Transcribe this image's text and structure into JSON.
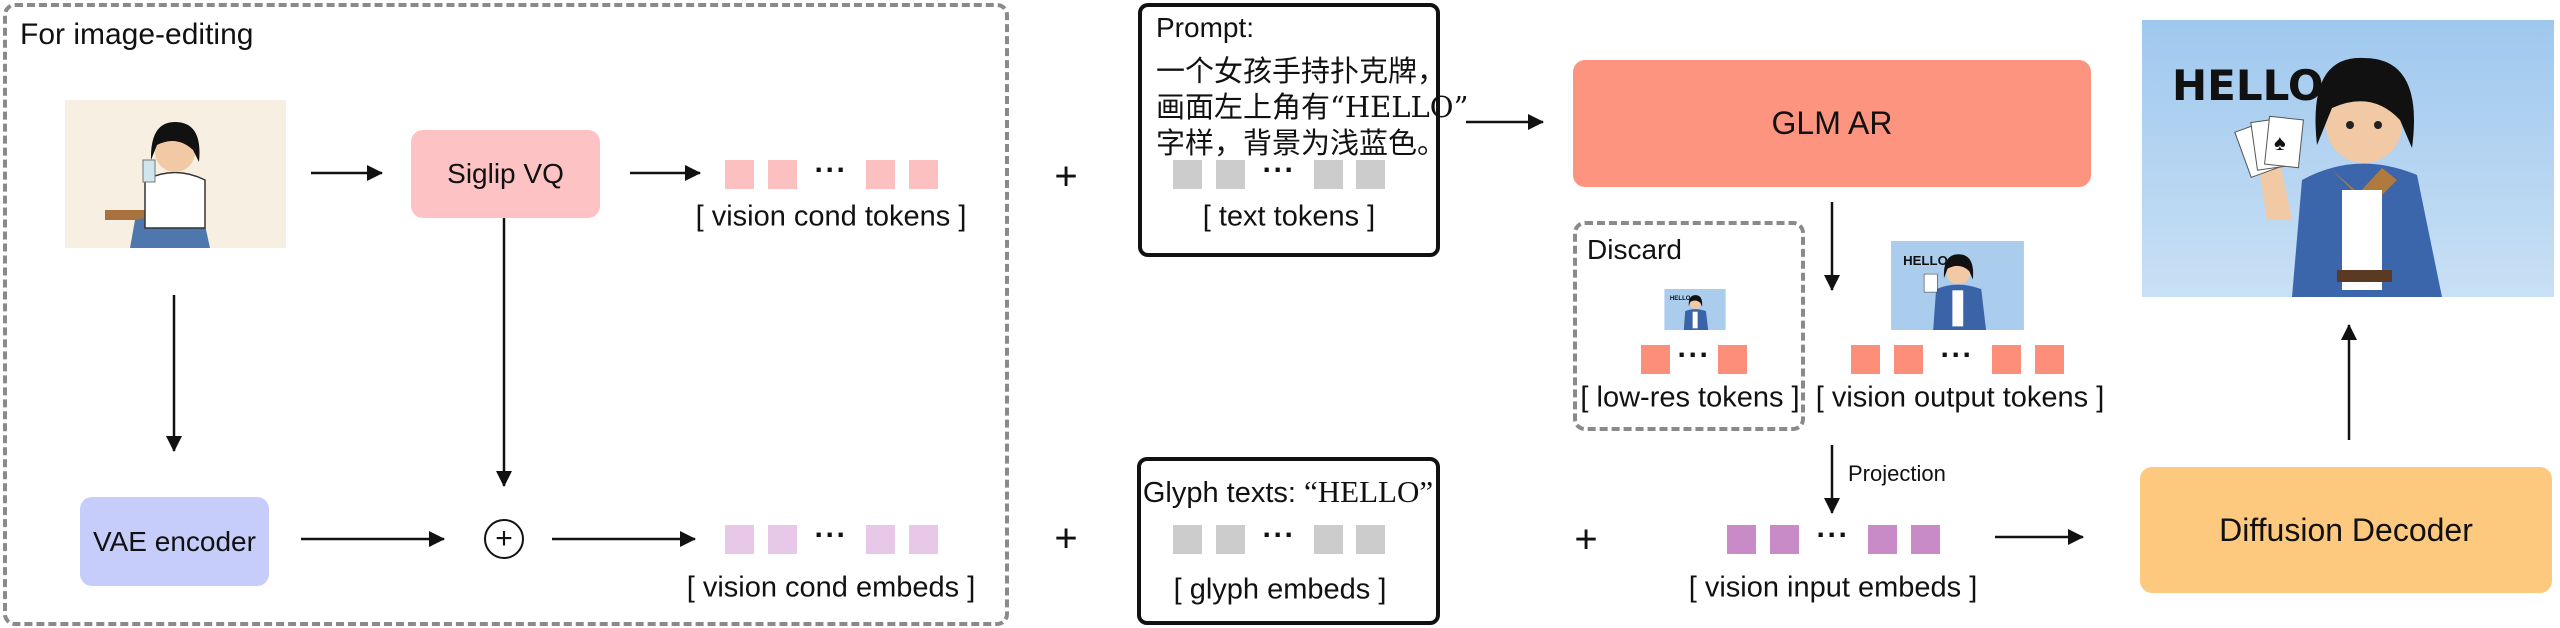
{
  "editing_group": {
    "title": "For image-editing"
  },
  "blocks": {
    "siglip": {
      "label": "Siglip VQ",
      "color": "#fdc3c4"
    },
    "vae": {
      "label": "VAE encoder",
      "color": "#c6cdfb"
    },
    "glm": {
      "label": "GLM AR",
      "color": "#fd9480"
    },
    "diffusion": {
      "label": "Diffusion Decoder",
      "color": "#fdc97f"
    }
  },
  "tokens": {
    "ellipsis": "···",
    "vision_cond_tokens": {
      "label": "[ vision cond tokens ]",
      "color": "#fdc0c0"
    },
    "vision_cond_embeds": {
      "label": "[ vision cond embeds ]",
      "color": "#e8c8e8"
    },
    "text_tokens": {
      "label": "[ text tokens ]",
      "color": "#cccccc"
    },
    "glyph_embeds": {
      "label": "[ glyph embeds ]",
      "color": "#cccccc"
    },
    "low_res_tokens": {
      "label": "[ low-res tokens ]",
      "color": "#fd8f7a"
    },
    "vision_output_tokens": {
      "label": "[ vision output tokens ]",
      "color": "#fd8f7a"
    },
    "vision_input_embeds": {
      "label": "[ vision input embeds ]",
      "color": "#c98ac8"
    }
  },
  "prompt": {
    "title": "Prompt:",
    "lines": [
      "一个女孩手持扑克牌，",
      "画面左上角有“HELLO”",
      "字样，背景为浅蓝色。"
    ]
  },
  "glyph": {
    "prefix": "Glyph texts: ",
    "text": "“HELLO”"
  },
  "discard": {
    "title": "Discard"
  },
  "projection": {
    "label": "Projection"
  },
  "operators": {
    "plus": "+",
    "circle_plus": "+"
  },
  "images": {
    "generated_text": "HELLO"
  }
}
